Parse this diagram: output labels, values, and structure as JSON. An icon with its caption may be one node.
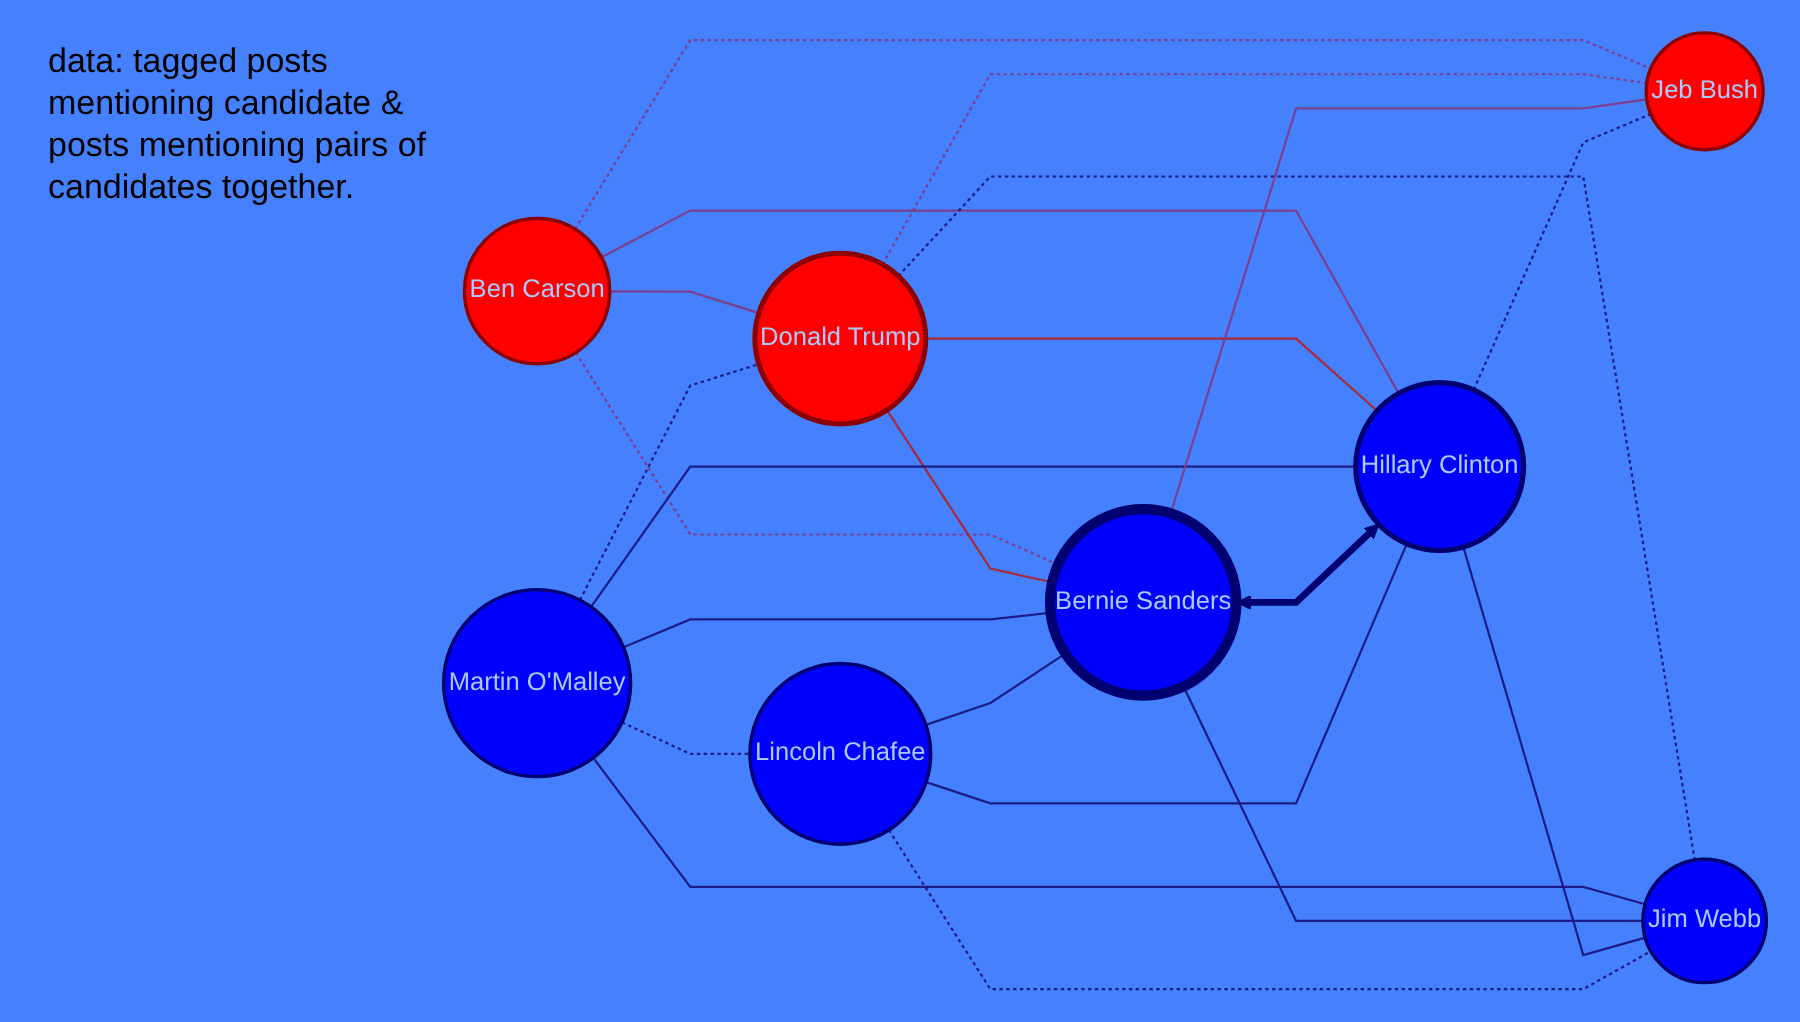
{
  "diagram": {
    "title": "data: tagged posts mentioning candidate & posts mentioning pairs of candidates together.",
    "nodes": [
      {
        "text": [
          "Ben Carson"
        ]
      },
      {
        "text": [
          "Donald Trump"
        ]
      },
      {
        "text": [
          "Martin O'Malley"
        ]
      },
      {
        "text": [
          "Bernie Sanders"
        ]
      },
      {
        "text": [
          "Jeb Bush"
        ]
      },
      {
        "text": [
          "Hillary Clinton"
        ]
      },
      {
        "text": [
          "Lincoln Chafee"
        ]
      },
      {
        "text": [
          "Jim Webb"
        ]
      }
    ],
    "edges": [
      {
        "from": 0,
        "to": 1,
        "arrow": "none",
        "color": "#7b3f8c"
      },
      {
        "from": 0,
        "to": 3,
        "arrow": "none",
        "style": "dashed",
        "color": "#7b3f8c"
      },
      {
        "from": 0,
        "to": 4,
        "arrow": "none",
        "style": "dashed",
        "color": "#7b3f8c"
      },
      {
        "from": 0,
        "to": 5,
        "arrow": "none",
        "color": "#7b3f8c"
      },
      {
        "from": 2,
        "to": 1,
        "arrow": "none",
        "style": "dashed"
      },
      {
        "from": 1,
        "to": 3,
        "arrow": "none",
        "color": "#a82a3a"
      },
      {
        "from": 1,
        "to": 4,
        "arrow": "none",
        "style": "dashed",
        "color": "#7b3f8c"
      },
      {
        "from": 1,
        "to": 5,
        "arrow": "none",
        "color": "#a82a3a"
      },
      {
        "from": 1,
        "to": 7,
        "arrow": "none",
        "style": "dashed"
      },
      {
        "from": 2,
        "to": 3,
        "arrow": "none"
      },
      {
        "from": 2,
        "to": 5,
        "arrow": "none"
      },
      {
        "from": 2,
        "to": 6,
        "arrow": "none",
        "style": "dashed"
      },
      {
        "from": 2,
        "to": 7,
        "arrow": "none"
      },
      {
        "from": 3,
        "to": 4,
        "arrow": "none",
        "color": "#7b3f8c"
      },
      {
        "from": 3,
        "to": 5,
        "arrow": "both",
        "style": "thick",
        "color": "#000070"
      },
      {
        "from": 6,
        "to": 3,
        "arrow": "none"
      },
      {
        "from": 3,
        "to": 7,
        "arrow": "none"
      },
      {
        "from": 5,
        "to": 4,
        "arrow": "none",
        "style": "dashed"
      },
      {
        "from": 6,
        "to": 5,
        "arrow": "none"
      },
      {
        "from": 5,
        "to": 7,
        "arrow": "none"
      },
      {
        "from": 6,
        "to": 7,
        "arrow": "none",
        "style": "dashed"
      }
    ]
  }
}
